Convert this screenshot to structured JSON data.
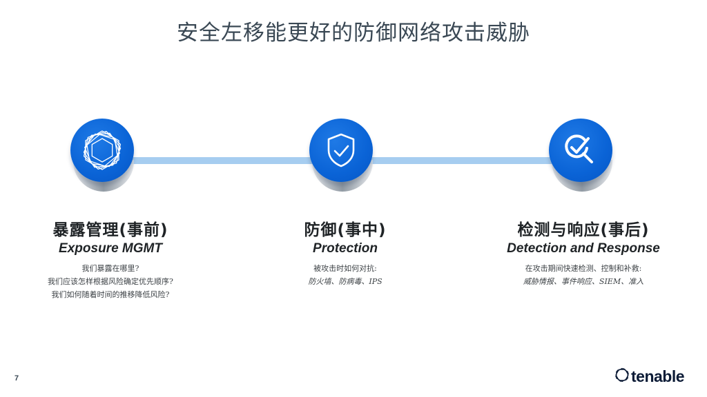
{
  "slide": {
    "title": "安全左移能更好的防御网络攻击威胁",
    "page_number": "7",
    "brand": "tenable"
  },
  "colors": {
    "circle_blue": "#0a63d6",
    "timeline_line": "#a6cdf0",
    "title_text": "#3a4854",
    "logo_text": "#0c1b36"
  },
  "stages": [
    {
      "icon": "hexagon-layers-icon",
      "cn_heading": "暴露管理(事前)",
      "en_heading": "Exposure MGMT",
      "lines": [
        {
          "text": "我们暴露在哪里?",
          "italic": false
        },
        {
          "text": "我们应该怎样根据风险确定优先顺序?",
          "italic": false
        },
        {
          "text": "我们如何随着时间的推移降低风险?",
          "italic": false
        }
      ]
    },
    {
      "icon": "shield-check-icon",
      "cn_heading": "防御(事中)",
      "en_heading": "Protection",
      "lines": [
        {
          "text": "被攻击时如何对抗:",
          "italic": false
        },
        {
          "text": "防火墙、防病毒、IPS",
          "italic": true
        }
      ]
    },
    {
      "icon": "magnifier-check-icon",
      "cn_heading": "检测与响应(事后)",
      "en_heading": "Detection and Response",
      "lines": [
        {
          "text": "在攻击期间快速检测、控制和补救:",
          "italic": false
        },
        {
          "text": "威胁情报、事件响应、SIEM、准入",
          "italic": true
        }
      ]
    }
  ]
}
